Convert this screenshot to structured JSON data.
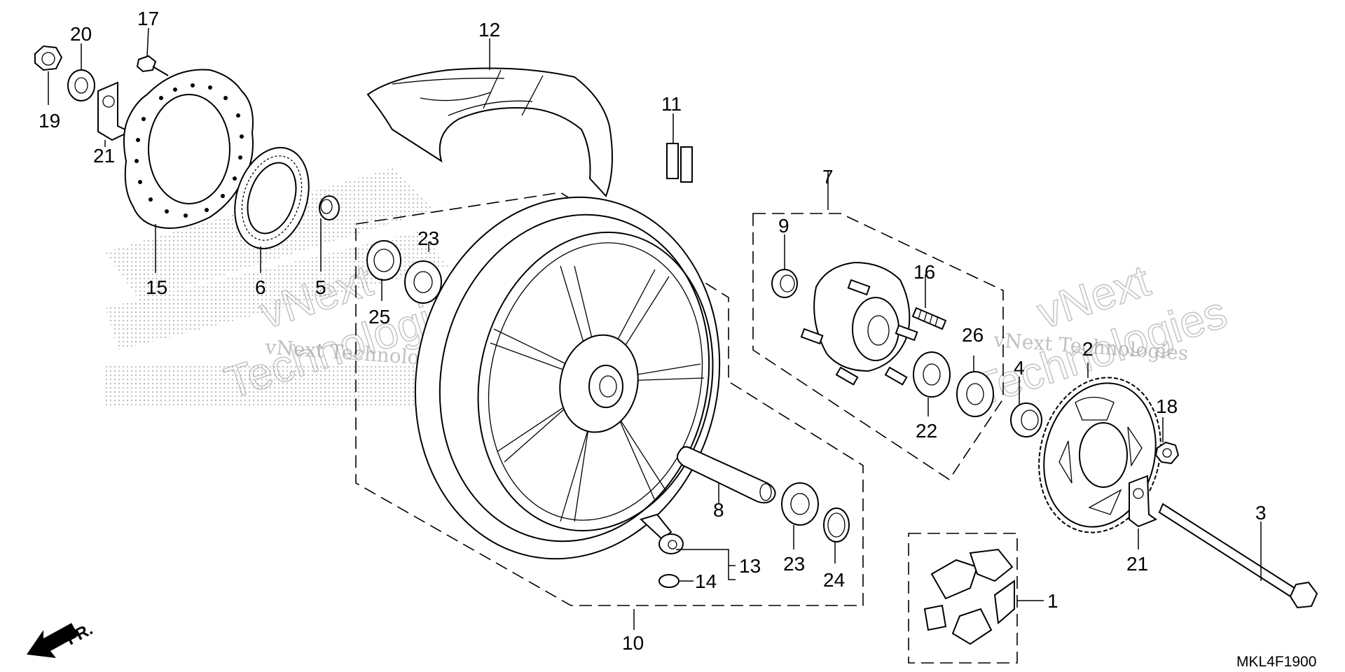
{
  "diagram_code": "MKL4F1900",
  "direction_label": "FR.",
  "watermark": {
    "line1": "vNext Technologies",
    "word1": "vNext",
    "word2": "Technologies"
  },
  "callouts": [
    "1",
    "2",
    "3",
    "4",
    "5",
    "6",
    "7",
    "8",
    "9",
    "10",
    "11",
    "12",
    "13",
    "14",
    "15",
    "16",
    "17",
    "18",
    "19",
    "20",
    "21",
    "21",
    "22",
    "23",
    "23",
    "24",
    "25",
    "26"
  ]
}
